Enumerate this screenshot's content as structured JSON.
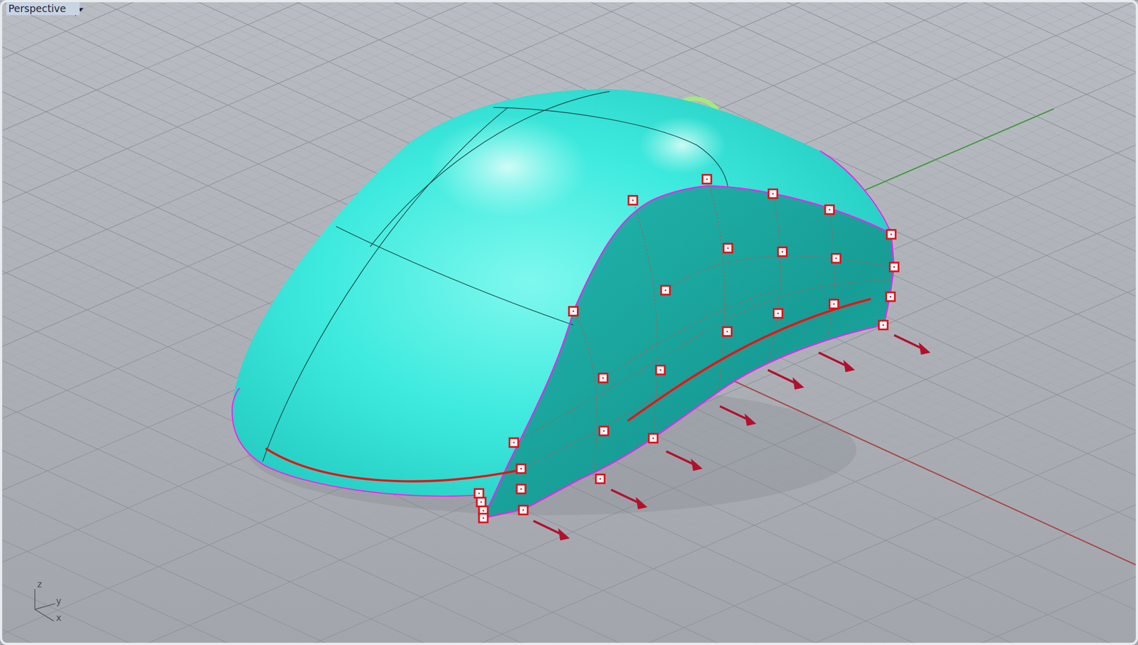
{
  "diagram": {
    "labels": [
      "Perspective",
      "z",
      "y",
      "x"
    ]
  }
}
